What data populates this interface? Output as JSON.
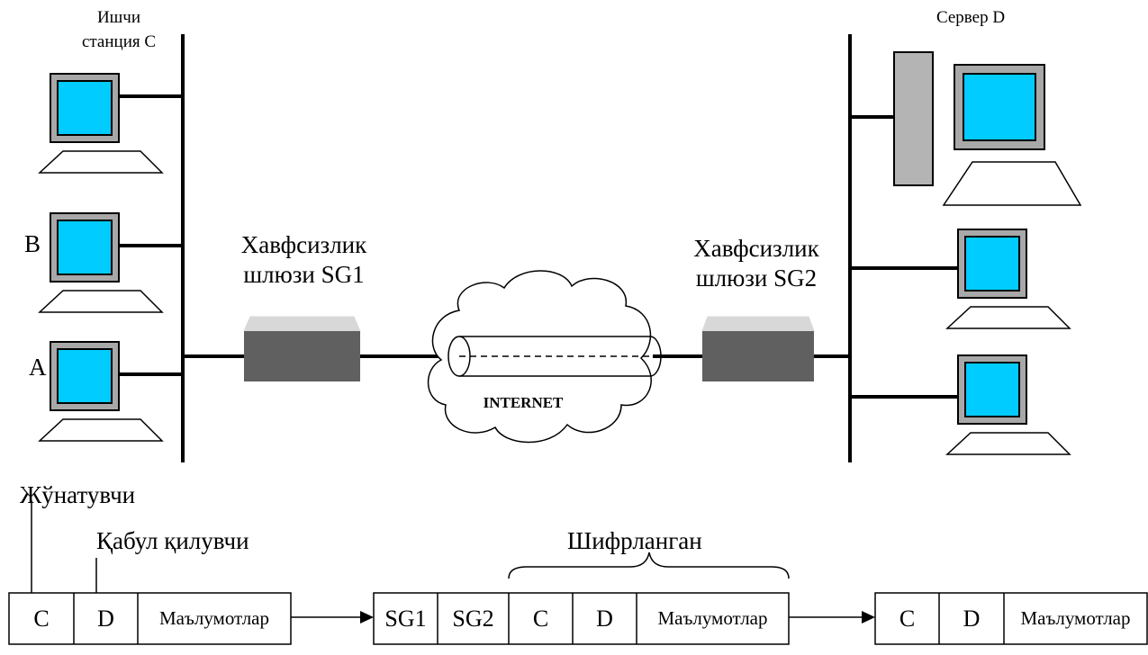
{
  "network": {
    "workstation_label": "Ишчи\nстанция С",
    "server_label": "Сервер D",
    "host_b_label": "B",
    "host_a_label": "A",
    "gateway1_label": "Хавфсизлик\nшлюзи SG1",
    "gateway2_label": "Хавфсизлик\nшлюзи SG2",
    "internet_label": "INTERNET"
  },
  "packets": {
    "sender_label": "Жўнатувчи",
    "receiver_label": "Қабул қилувчи",
    "encrypted_label": "Шифрланган",
    "packet1": [
      "C",
      "D",
      "Маълумотлар"
    ],
    "packet2": [
      "SG1",
      "SG2",
      "C",
      "D",
      "Маълумотлар"
    ],
    "packet3": [
      "C",
      "D",
      "Маълумотлар"
    ]
  },
  "colors": {
    "screen": "#00ccff",
    "bezel": "#a8a8a8",
    "gateway": "#606060",
    "gateway_top": "#d8d8d8",
    "tower": "#b4b4b4"
  }
}
